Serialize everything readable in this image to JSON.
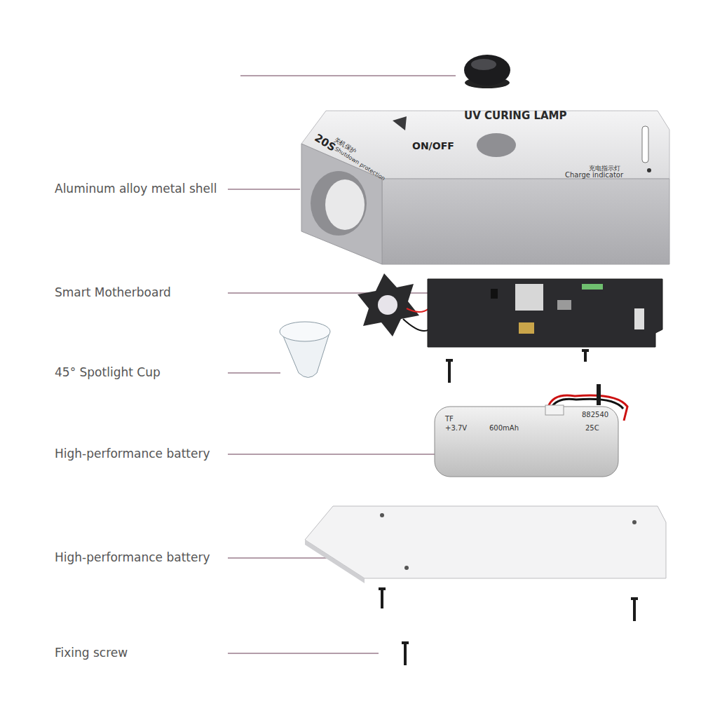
{
  "diagram": {
    "labels": [
      "Aluminum alloy metal shell",
      "Smart Motherboard",
      "45° Spotlight Cup",
      "High-performance battery",
      "High-performance battery",
      "Fixing screw",
      "UV CURING LAMP",
      "ON/OFF",
      "20S",
      "关机保护",
      "Shutdown protection",
      "充电指示灯",
      "Charge indicator",
      "TF",
      "882540",
      "+3.7V",
      "600mAh",
      "25C"
    ]
  }
}
